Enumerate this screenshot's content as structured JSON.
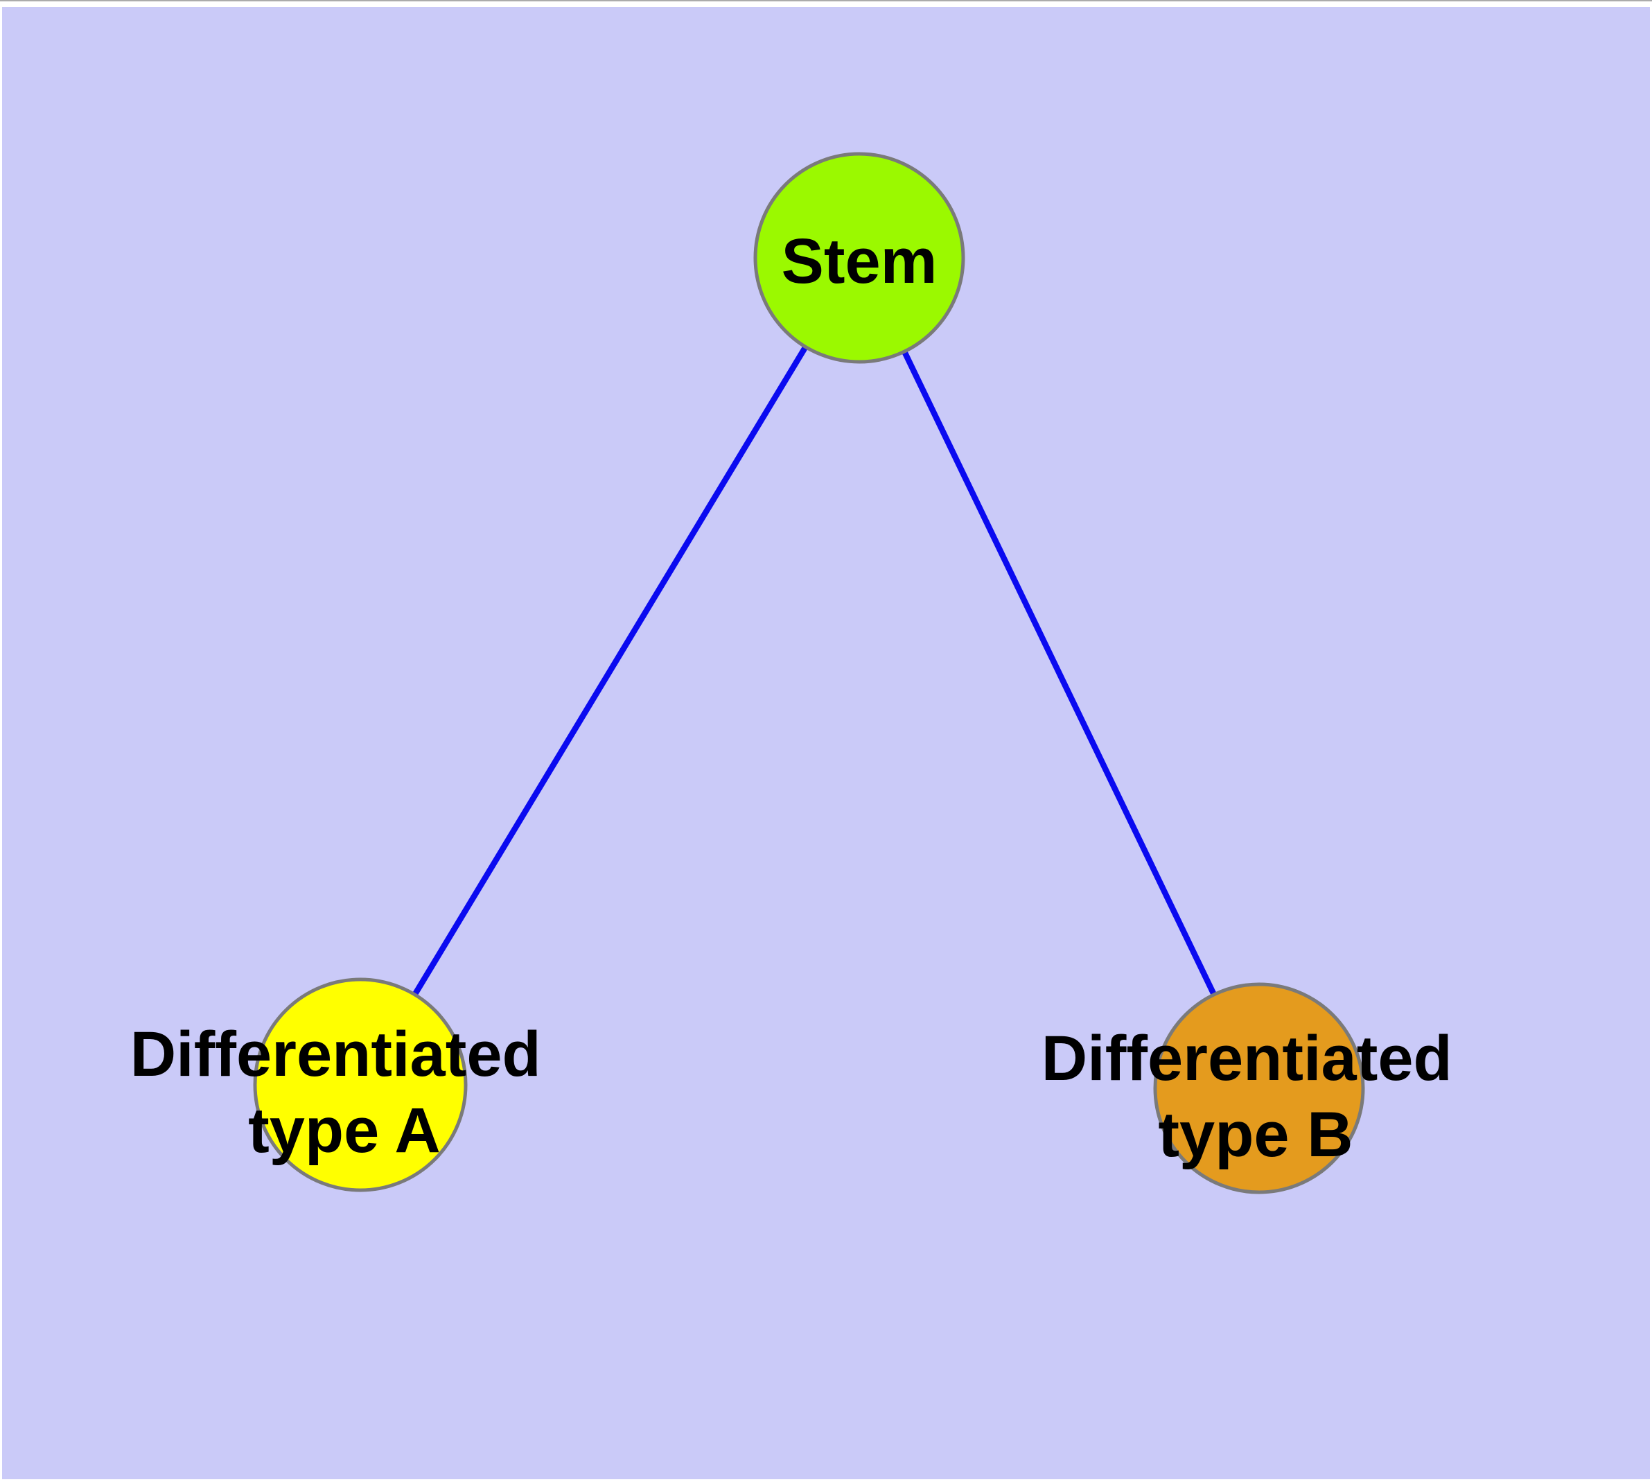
{
  "figure": {
    "type": "node-link-diagram",
    "background_color": "#CACAF8",
    "margin_color": "#FFFFFF",
    "top_rule_color": "#ABABAB",
    "label_color": "#000000"
  },
  "graph": {
    "nodes": [
      {
        "id": "stem",
        "label": "Stem",
        "shape": "circle",
        "fill": "#9BF900",
        "stroke": "#7A7A7A"
      },
      {
        "id": "differentiated-type-a",
        "label": "Differentiated type A",
        "label_lines": [
          "Differentiated",
          "type A"
        ],
        "shape": "circle",
        "fill": "#FFFF00",
        "stroke": "#7A7A7A"
      },
      {
        "id": "differentiated-type-b",
        "label": "Differentiated type B",
        "label_lines": [
          "Differentiated",
          "type B"
        ],
        "shape": "circle",
        "fill": "#E49B1E",
        "stroke": "#7A7A7A"
      }
    ],
    "edges": [
      {
        "from": "stem",
        "to": "differentiated-type-a",
        "color": "#0A0AF0"
      },
      {
        "from": "stem",
        "to": "differentiated-type-b",
        "color": "#0A0AF0"
      }
    ]
  }
}
